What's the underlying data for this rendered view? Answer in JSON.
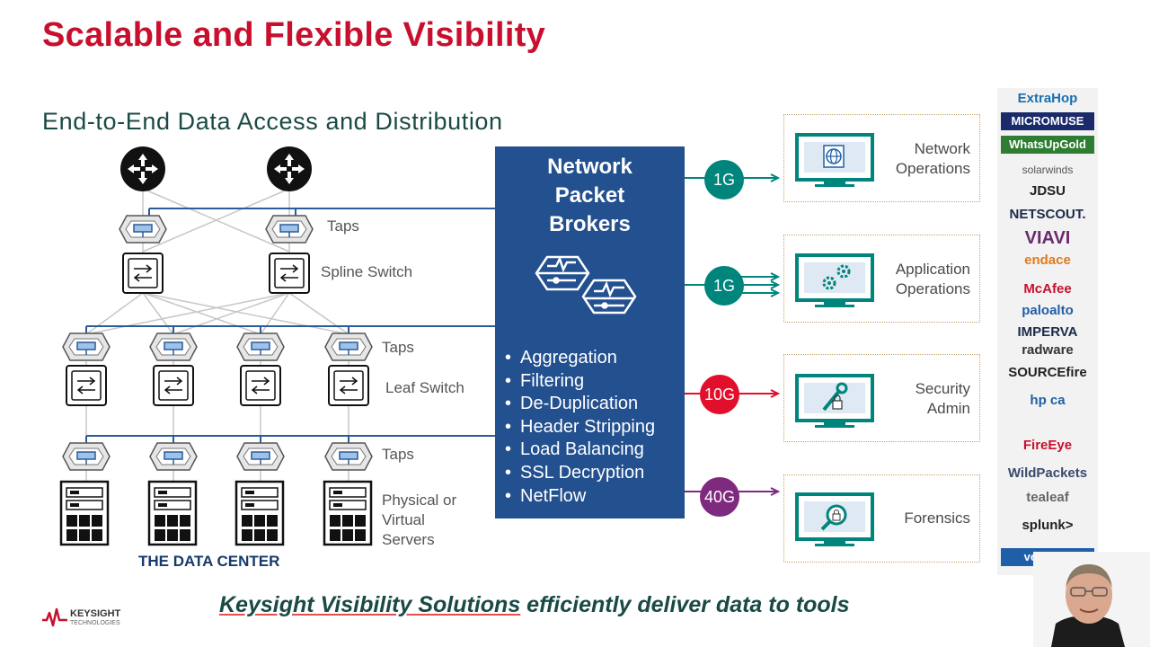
{
  "slide": {
    "title": "Scalable and Flexible Visibility",
    "subtitle": "End-to-End Data Access and Distribution",
    "tagline_underlined": "Keysight Visibility Solutions",
    "tagline_rest": " efficiently deliver data to tools"
  },
  "datacenter": {
    "labels": {
      "taps_top": "Taps",
      "spline": "Spline Switch",
      "taps_mid": "Taps",
      "leaf": "Leaf Switch",
      "taps_bottom": "Taps",
      "servers": [
        "Physical or",
        "Virtual",
        "Servers"
      ],
      "footer": "THE DATA CENTER"
    }
  },
  "npb": {
    "title_lines": [
      "Network",
      "Packet",
      "Brokers"
    ],
    "features": [
      "Aggregation",
      "Filtering",
      "De-Duplication",
      "Header Stripping",
      "Load Balancing",
      "SSL Decryption",
      "NetFlow"
    ]
  },
  "links": [
    {
      "speed": "1G",
      "color": "#00857c"
    },
    {
      "speed": "1G",
      "color": "#00857c"
    },
    {
      "speed": "10G",
      "color": "#e10f2c"
    },
    {
      "speed": "40G",
      "color": "#7d2a7f"
    }
  ],
  "tools": [
    {
      "lines": [
        "Network",
        "Operations"
      ],
      "icon": "globe-icon"
    },
    {
      "lines": [
        "Application",
        "Operations"
      ],
      "icon": "gears-icon"
    },
    {
      "lines": [
        "Security",
        "Admin"
      ],
      "icon": "wrench-lock-icon"
    },
    {
      "lines": [
        "Forensics"
      ],
      "icon": "magnifier-lock-icon"
    }
  ],
  "vendors": [
    {
      "name": "ExtraHop",
      "color": "#1a6fb0"
    },
    {
      "name": "MICROMUSE",
      "color": "#ffffff",
      "bg": "#1b2a6b"
    },
    {
      "name": "WhatsUpGold",
      "color": "#ffffff",
      "bg": "#2e7d32"
    },
    {
      "name": "solarwinds",
      "color": "#555555"
    },
    {
      "name": "JDSU",
      "color": "#222222"
    },
    {
      "name": "NETSCOUT.",
      "color": "#1b2a4a"
    },
    {
      "name": "VIAVI",
      "color": "#6b2a6f"
    },
    {
      "name": "endace",
      "color": "#e07a1f"
    },
    {
      "name": "McAfee",
      "color": "#c8102e"
    },
    {
      "name": "paloalto",
      "color": "#1f5fa8"
    },
    {
      "name": "IMPERVA",
      "color": "#1b2a4a"
    },
    {
      "name": "radware",
      "color": "#333333"
    },
    {
      "name": "SOURCEfire",
      "color": "#222222"
    },
    {
      "name": "hp ca",
      "color": "#1f5fa8"
    },
    {
      "name": "FireEye",
      "color": "#c8102e"
    },
    {
      "name": "WildPackets",
      "color": "#3a4a6b"
    },
    {
      "name": "tealeaf",
      "color": "#666666"
    },
    {
      "name": "splunk>",
      "color": "#222222"
    },
    {
      "name": "velocent",
      "color": "#ffffff",
      "bg": "#1f5fa8"
    }
  ],
  "logo": {
    "name": "KEYSIGHT",
    "sub": "TECHNOLOGIES"
  }
}
